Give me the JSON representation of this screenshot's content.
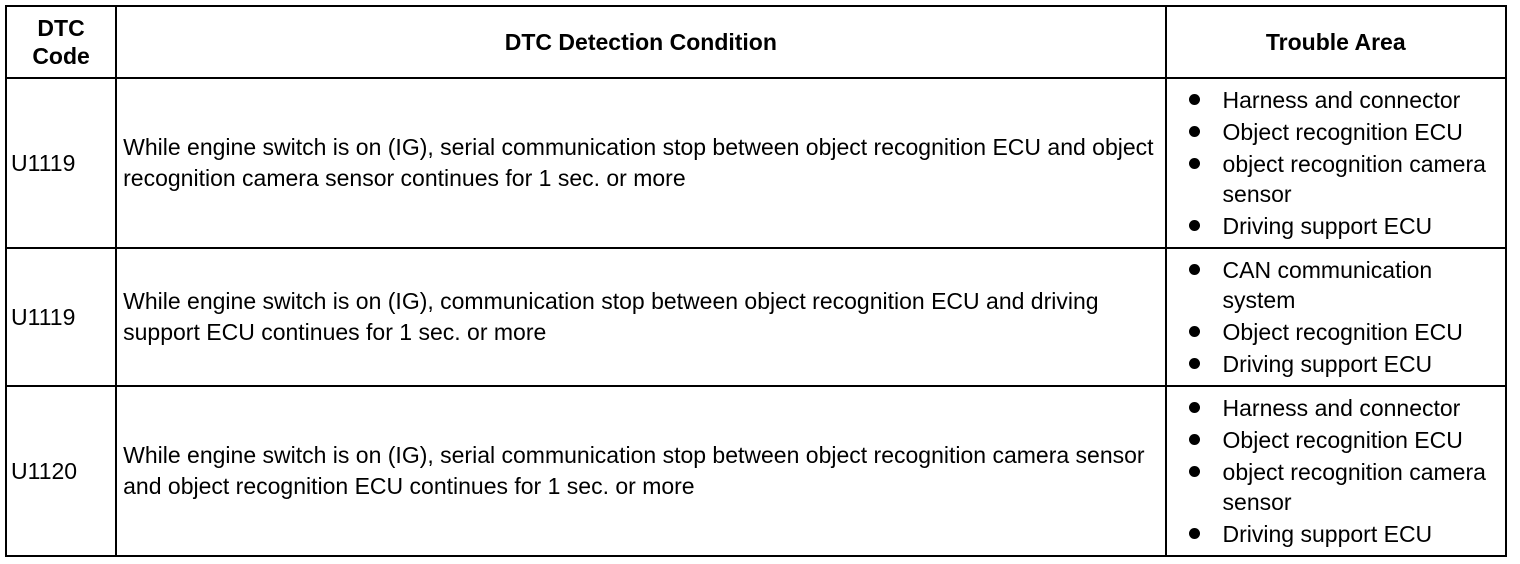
{
  "table": {
    "headers": {
      "code": "DTC\nCode",
      "code_line1": "DTC",
      "code_line2": "Code",
      "condition": "DTC Detection Condition",
      "area": "Trouble Area"
    },
    "rows": [
      {
        "code": "U1119",
        "condition": "While engine switch is on (IG), serial communication stop between object recognition ECU and object recognition camera sensor continues for 1 sec. or more",
        "areas": [
          "Harness and connector",
          "Object recognition ECU",
          "object recognition camera sensor",
          "Driving support ECU"
        ]
      },
      {
        "code": "U1119",
        "condition": "While engine switch is on (IG), communication stop between object recognition ECU and driving support ECU continues for 1 sec. or more",
        "areas": [
          "CAN communication system",
          "Object recognition ECU",
          "Driving support ECU"
        ]
      },
      {
        "code": "U1120",
        "condition": "While engine switch is on (IG), serial communication stop between object recognition camera sensor and object recognition ECU continues for 1 sec. or more",
        "areas": [
          "Harness and connector",
          "Object recognition ECU",
          "object recognition camera sensor",
          "Driving support ECU"
        ]
      }
    ]
  }
}
